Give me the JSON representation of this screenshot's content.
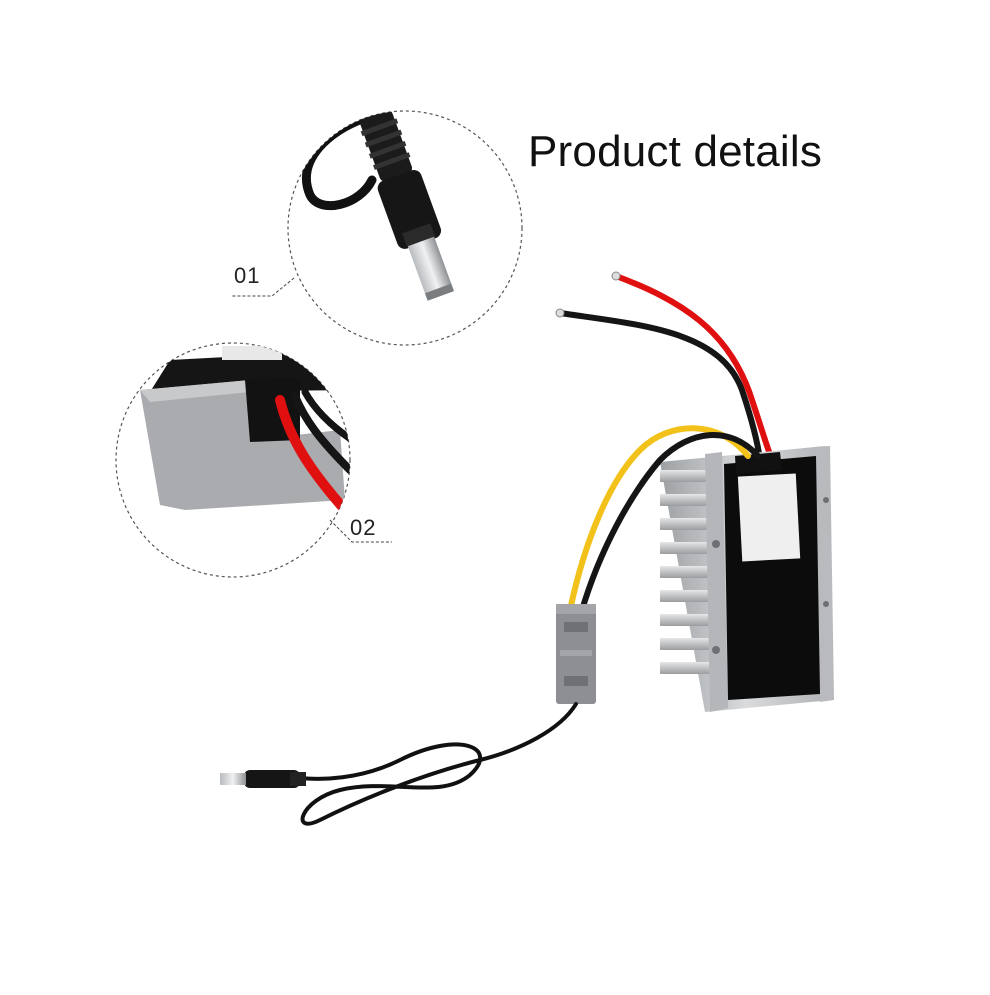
{
  "heading": {
    "title": "Product details"
  },
  "callouts": [
    {
      "label": "01"
    },
    {
      "label": "02"
    }
  ],
  "colors": {
    "background": "#ffffff",
    "wire_red": "#e01010",
    "wire_black": "#151515",
    "wire_yellow": "#f2c21a",
    "housing_silver": "#c7c9cb",
    "connector_gray": "#8d8f92",
    "label_panel": "#0c0c0c"
  }
}
